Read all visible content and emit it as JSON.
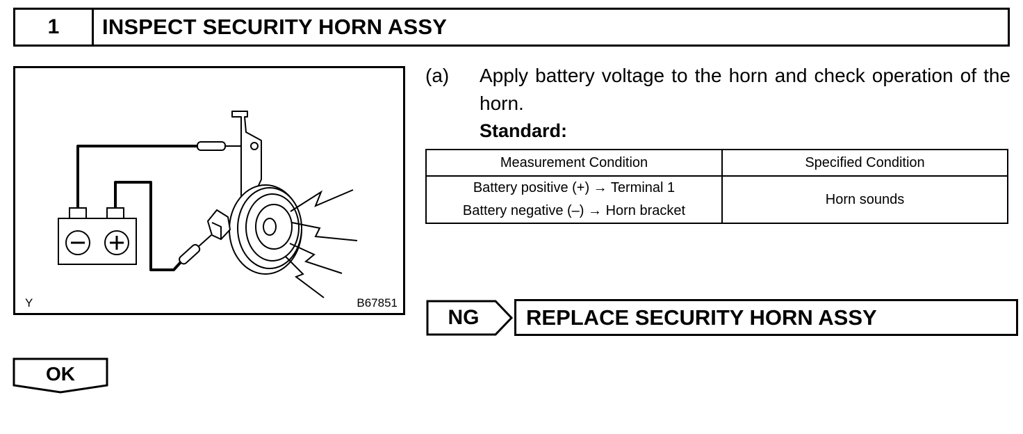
{
  "step": {
    "number": "1",
    "title": "INSPECT SECURITY HORN ASSY"
  },
  "illustration": {
    "code_left": "Y",
    "code_right": "B67851"
  },
  "instruction": {
    "marker": "(a)",
    "text": "Apply battery voltage to the horn and check operation of the horn.",
    "standard_label": "Standard:"
  },
  "spec_table": {
    "headers": [
      "Measurement Condition",
      "Specified Condition"
    ],
    "rows": [
      {
        "condition_lines": [
          "Battery positive (+) → Terminal 1",
          "Battery negative (–) → Horn bracket"
        ],
        "result": "Horn sounds"
      }
    ]
  },
  "ng": {
    "label": "NG",
    "action": "REPLACE SECURITY HORN ASSY"
  },
  "ok": {
    "label": "OK"
  }
}
